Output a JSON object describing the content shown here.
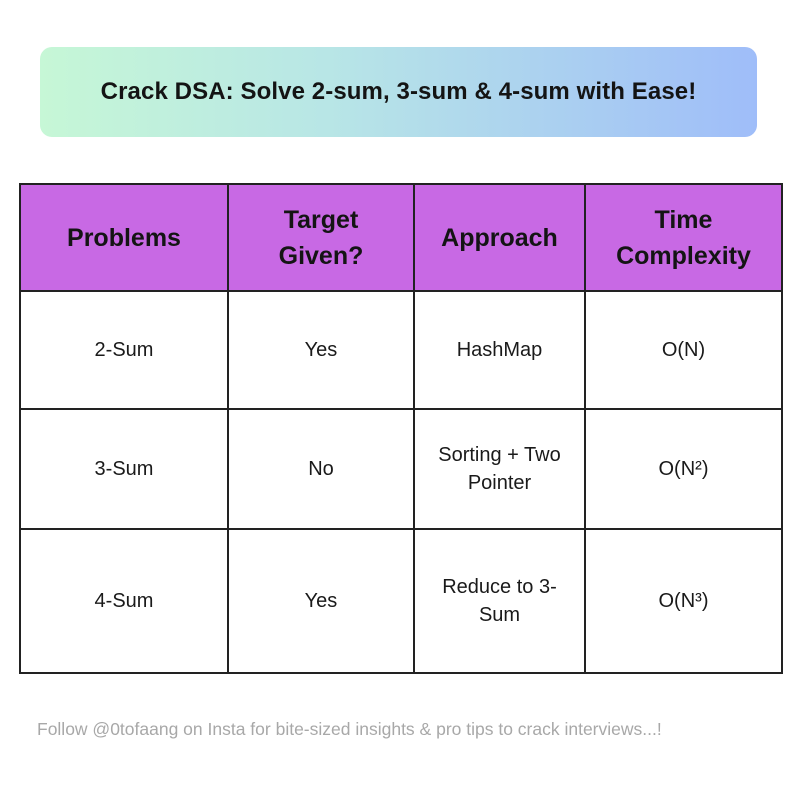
{
  "banner": {
    "title": "Crack DSA: Solve 2-sum, 3-sum & 4-sum with Ease!"
  },
  "table": {
    "headers": [
      "Problems",
      "Target Given?",
      "Approach",
      "Time Complexity"
    ],
    "rows": [
      [
        "2-Sum",
        "Yes",
        "HashMap",
        "O(N)"
      ],
      [
        "3-Sum",
        "No",
        "Sorting + Two Pointer",
        "O(N²)"
      ],
      [
        "4-Sum",
        "Yes",
        "Reduce to 3-Sum",
        "O(N³)"
      ]
    ]
  },
  "footer": {
    "text": "Follow @0tofaang on Insta for bite-sized insights & pro tips to crack interviews...!"
  },
  "colors": {
    "header_bg": "#c869e4",
    "banner_gradient_start": "#c6f7d6",
    "banner_gradient_end": "#9fbdf9",
    "footer_text": "#a8a8a8"
  }
}
